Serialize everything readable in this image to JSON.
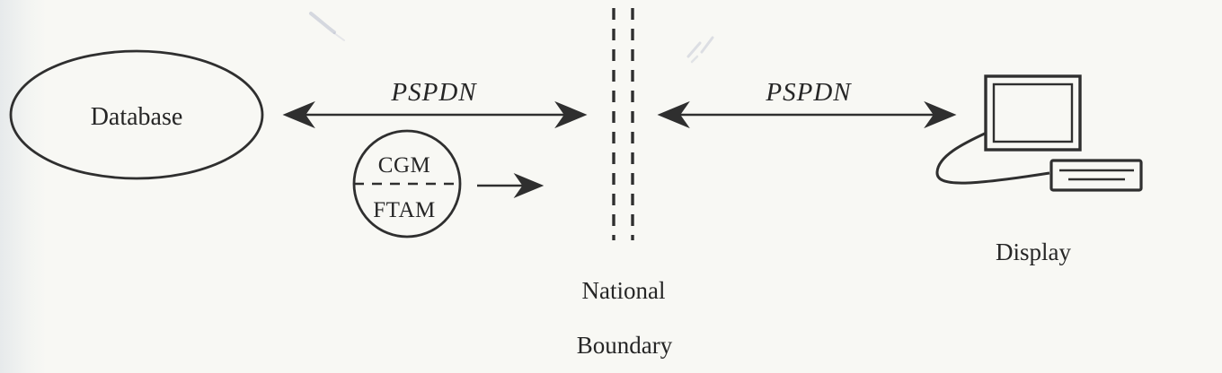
{
  "diagram": {
    "nodes": {
      "database": {
        "label": "Database"
      },
      "display": {
        "label": "Display"
      },
      "protocol_circle": {
        "top_label": "CGM",
        "bottom_label": "FTAM"
      }
    },
    "links": {
      "left": {
        "label": "PSPDN"
      },
      "right": {
        "label": "PSPDN"
      }
    },
    "boundary": {
      "label_line1": "National",
      "label_line2": "Boundary"
    }
  },
  "colors": {
    "ink": "#2f2f2f",
    "background": "#f8f8f4",
    "page_edge": "#dde3e8"
  }
}
